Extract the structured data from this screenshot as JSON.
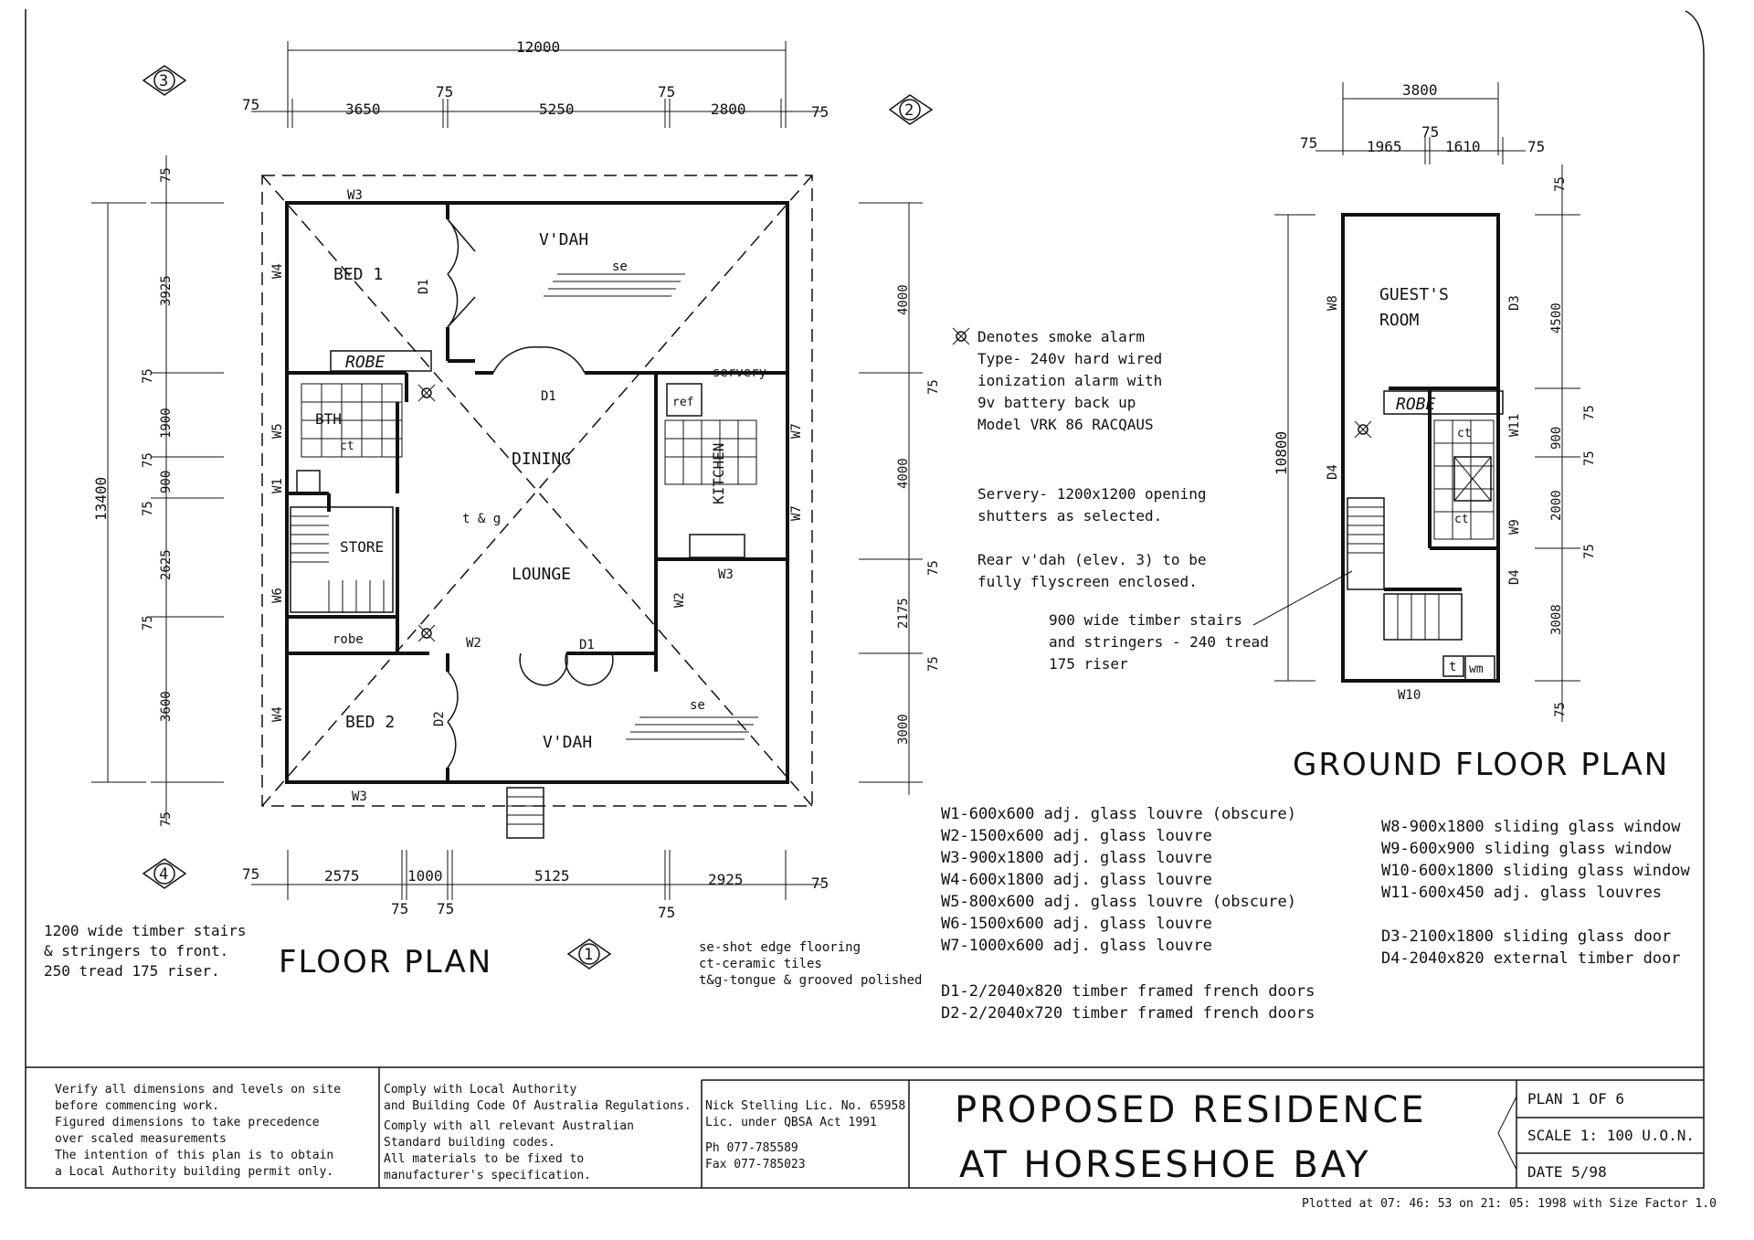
{
  "floor_plan": {
    "title": "FLOOR PLAN",
    "top_dims": {
      "overall": "12000",
      "segments": [
        "75",
        "3650",
        "75",
        "5250",
        "75",
        "2800",
        "75"
      ]
    },
    "bottom_dims": {
      "segments": [
        "75",
        "2575",
        "1000",
        "5125",
        "2925",
        "75"
      ],
      "sub": [
        "75",
        "75",
        "75"
      ]
    },
    "left_dims": {
      "overall": "13400",
      "segments": [
        "75",
        "3925",
        "75",
        "1900",
        "75",
        "900",
        "75",
        "2625",
        "75",
        "3600",
        "75"
      ]
    },
    "right_dims": {
      "segments": [
        "4000",
        "75",
        "4000",
        "75",
        "2175",
        "75",
        "3000"
      ]
    },
    "rooms": [
      "V'DAH",
      "BED 1",
      "BTH",
      "DINING",
      "KITCHEN",
      "STORE",
      "LOUNGE",
      "robe",
      "BED 2",
      "V'DAH",
      "servery",
      "ref",
      "t & g"
    ],
    "robe_handwritten": "ROBE",
    "labels": {
      "d1": "D1",
      "d2": "D2",
      "w1": "W1",
      "w2": "W2",
      "w3": "W3",
      "w4": "W4",
      "w5": "W5",
      "w6": "W6",
      "w7": "W7",
      "se": "se",
      "ct": "ct"
    },
    "section_markers": [
      "1",
      "2",
      "3",
      "4"
    ]
  },
  "ground_floor_plan": {
    "title": "GROUND FLOOR PLAN",
    "top_dims": {
      "overall": "3800",
      "segments": [
        "75",
        "1965",
        "75",
        "1610",
        "75"
      ]
    },
    "left_dims": {
      "overall": "10800"
    },
    "right_dims": {
      "segments": [
        "75",
        "4500",
        "75",
        "900",
        "75",
        "2000",
        "75",
        "3008",
        "75"
      ]
    },
    "rooms": [
      "GUEST'S",
      "ROOM",
      "t",
      "wm"
    ],
    "robe_handwritten": "ROBE",
    "labels": {
      "w8": "W8",
      "w9": "W9",
      "w10": "W10",
      "w11": "W11",
      "d3": "D3",
      "d4": "D4",
      "ct": "ct"
    }
  },
  "notes": {
    "smoke_alarm": [
      "Denotes smoke alarm",
      "Type- 240v hard wired",
      "ionization alarm with",
      "9v battery back up",
      "Model VRK 86 RACQAUS"
    ],
    "servery": [
      "Servery- 1200x1200 opening",
      "shutters as selected."
    ],
    "rear_vdah": [
      "Rear v'dah (elev. 3) to be",
      "fully flyscreen enclosed."
    ],
    "stairs_ground": [
      "900 wide timber stairs",
      "and stringers - 240 tread",
      "175 riser"
    ],
    "stairs_front": [
      "1200 wide timber stairs",
      "& stringers to front.",
      "250 tread 175 riser."
    ],
    "flooring_legend": [
      "se-shot edge flooring",
      "ct-ceramic tiles",
      "t&g-tongue & grooved polished"
    ]
  },
  "schedule": {
    "windows_left": [
      "W1-600x600 adj. glass louvre (obscure)",
      "W2-1500x600 adj. glass louvre",
      "W3-900x1800 adj. glass louvre",
      "W4-600x1800 adj. glass louvre",
      "W5-800x600 adj. glass louvre (obscure)",
      "W6-1500x600 adj. glass louvre",
      "W7-1000x600 adj. glass louvre"
    ],
    "doors_left": [
      "D1-2/2040x820 timber framed french doors",
      "D2-2/2040x720 timber framed french doors"
    ],
    "windows_right": [
      "W8-900x1800 sliding glass window",
      "W9-600x900 sliding glass window",
      "W10-600x1800 sliding glass window",
      "W11-600x450 adj. glass louvres"
    ],
    "doors_right": [
      "D3-2100x1800 sliding glass door",
      "D4-2040x820 external timber door"
    ]
  },
  "title_block": {
    "verify_notes": [
      "Verify all dimensions and levels on site",
      "before commencing work.",
      "Figured dimensions to take precedence",
      "over scaled measurements",
      "The intention of this plan is to obtain",
      "a Local Authority building permit only."
    ],
    "comply_notes": [
      "Comply with Local Authority",
      "and Building Code Of Australia Regulations.",
      "Comply with all relevant Australian",
      "Standard building codes.",
      "All materials to be fixed to",
      "manufacturer's specification."
    ],
    "designer": [
      "Nick Stelling Lic. No. 65958",
      "Lic. under QBSA Act 1991",
      "Ph  077-785589",
      "Fax 077-785023"
    ],
    "project_line1": "PROPOSED RESIDENCE",
    "project_line2": "AT HORSESHOE BAY",
    "plan": "PLAN  1  OF  6",
    "scale": "SCALE  1: 100 U.O.N.",
    "date": "DATE  5/98",
    "plotted": "Plotted at 07: 46: 53 on 21: 05: 1998 with Size Factor 1.0"
  }
}
